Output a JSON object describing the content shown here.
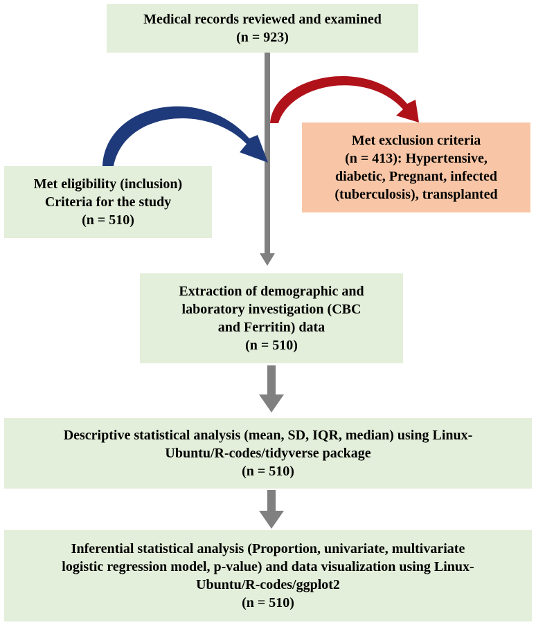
{
  "boxes": {
    "reviewed": {
      "line1": "Medical records reviewed and examined",
      "line2": "(n = 923)"
    },
    "eligible": {
      "line1": "Met eligibility (inclusion)",
      "line2": "Criteria for the study",
      "line3": "(n = 510)"
    },
    "exclusion": {
      "line1": "Met exclusion criteria",
      "line2": "(n = 413): Hypertensive,",
      "line3": "diabetic, Pregnant, infected",
      "line4": "(tuberculosis), transplanted"
    },
    "extraction": {
      "line1": "Extraction of demographic and",
      "line2": "laboratory investigation (CBC",
      "line3": "and Ferritin) data",
      "line4": "(n = 510)"
    },
    "descriptive": {
      "line1": "Descriptive statistical analysis (mean, SD, IQR, median) using Linux-",
      "line2": "Ubuntu/R-codes/tidyverse package",
      "line3": "(n = 510)"
    },
    "inferential": {
      "line1": "Inferential statistical analysis (Proportion, univariate, multivariate",
      "line2": "logistic regression model, p-value) and data visualization using Linux-",
      "line3": "Ubuntu/R-codes/ggplot2",
      "line4": "(n = 510)"
    }
  },
  "colors": {
    "box_fill": "#e3efda",
    "exclusion_fill": "#f8c6a6",
    "main_arrow": "#808080",
    "inclusion_arrow": "#1f3a7a",
    "exclusion_arrow": "#b0121a"
  }
}
